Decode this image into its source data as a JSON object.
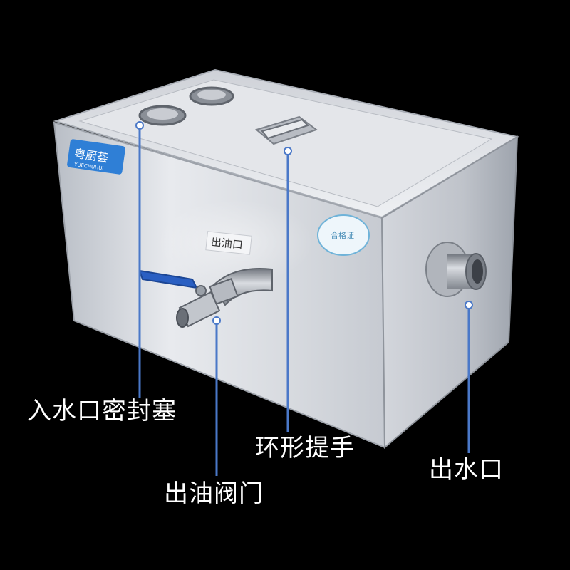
{
  "product": {
    "brand_logo_text": "粤厨荟",
    "brand_logo_pinyin": "YUECHUHUI",
    "certificate_sticker_text": "合格证",
    "oil_outlet_tag": "出油口"
  },
  "callouts": {
    "inlet_plug": "入水口密封塞",
    "ring_handle": "环形提手",
    "oil_valve": "出油阀门",
    "water_outlet": "出水口"
  },
  "colors": {
    "background": "#000000",
    "steel_light": "#e6e8ec",
    "steel_mid": "#c4c8cf",
    "steel_dark": "#8d939c",
    "callout_line": "#4a78c8",
    "valve_handle": "#2a5fc2",
    "logo_blue": "#2f7fd6"
  }
}
